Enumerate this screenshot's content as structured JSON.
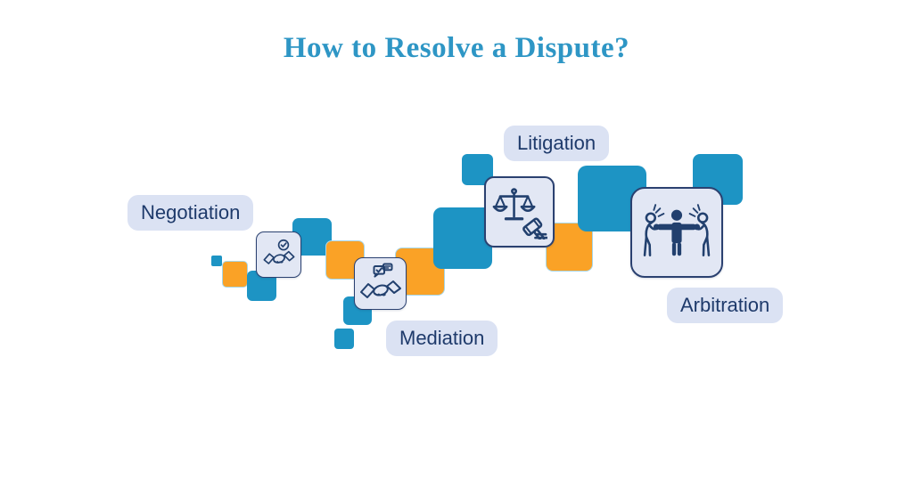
{
  "title": "How to Resolve a Dispute?",
  "methods": [
    {
      "label": "Negotiation",
      "icon": "handshake-check-icon"
    },
    {
      "label": "Mediation",
      "icon": "handshake-chat-icon"
    },
    {
      "label": "Litigation",
      "icon": "scales-gavel-icon"
    },
    {
      "label": "Arbitration",
      "icon": "mediator-people-icon"
    }
  ],
  "palette": {
    "background": "#FFFFFF",
    "blue_square": "#1D94C4",
    "orange_square": "#FAA226",
    "pill_background": "#DBE2F3",
    "tile_background": "#E2E7F4",
    "navy_text": "#1E3A6B",
    "icon_navy": "#22406E",
    "title_blue": "#2E96C5"
  }
}
